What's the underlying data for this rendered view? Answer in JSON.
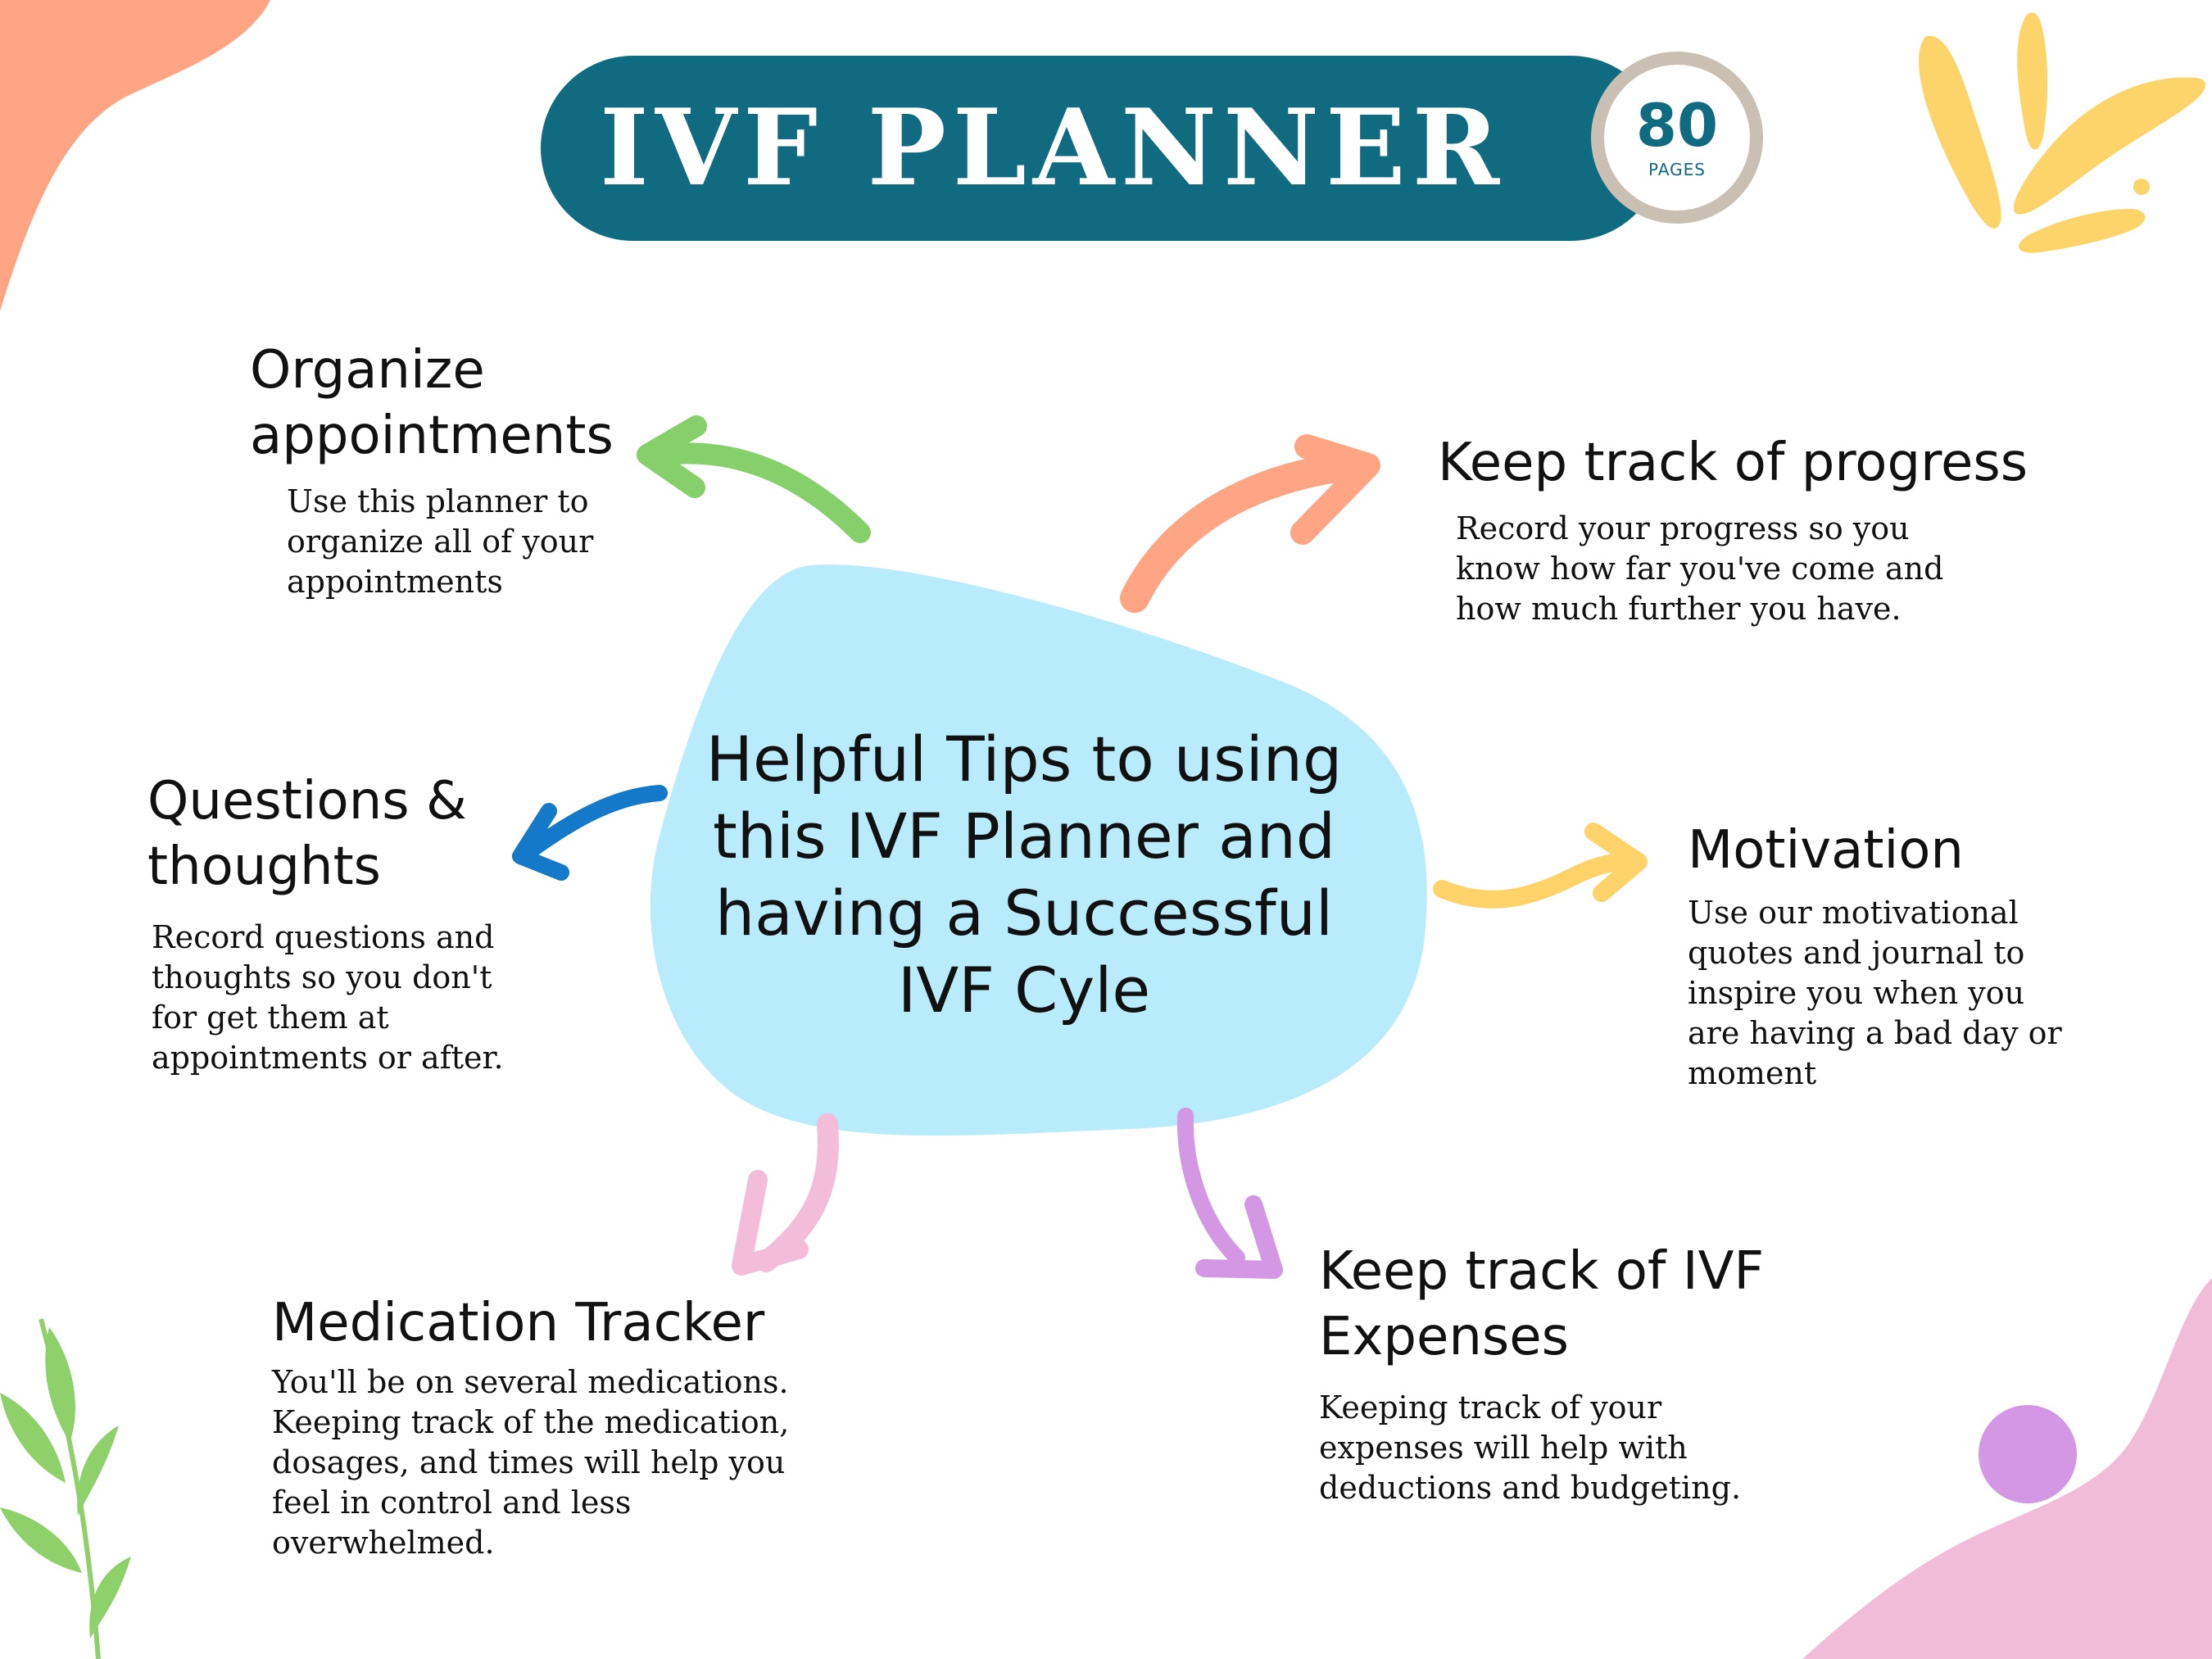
{
  "header": {
    "title": "IVF PLANNER",
    "badge_number": "80",
    "badge_label": "PAGES"
  },
  "center": {
    "text": "Helpful Tips to using this IVF Planner and having a Successful IVF Cyle"
  },
  "tips": {
    "organize": {
      "title": "Organize appointments",
      "description": "Use this planner to organize all of your appointments"
    },
    "progress": {
      "title": "Keep track of progress",
      "description": "Record your progress so you know how far you've come and how much further you have."
    },
    "questions": {
      "title": "Questions & thoughts",
      "description": "Record questions and thoughts so you don't for get them at appointments or after."
    },
    "motivation": {
      "title": "Motivation",
      "description": "Use our motivational quotes and journal to inspire you when you are having a bad day or moment"
    },
    "medication": {
      "title": "Medication Tracker",
      "description": "You'll be on several medications. Keeping track of the medication, dosages, and times will help you feel in control and less overwhelmed."
    },
    "expenses": {
      "title": "Keep track of IVF Expenses",
      "description": "Keeping track of your expenses will help with deductions and budgeting."
    }
  },
  "colors": {
    "banner": "#106a80",
    "blob": "#b8ebfb",
    "arrow_organize": "#85d06a",
    "arrow_progress": "#ffa584",
    "arrow_questions": "#1479c8",
    "arrow_motivation": "#ffd36a",
    "arrow_medication": "#f3bcd9",
    "arrow_expenses": "#d497e3"
  }
}
